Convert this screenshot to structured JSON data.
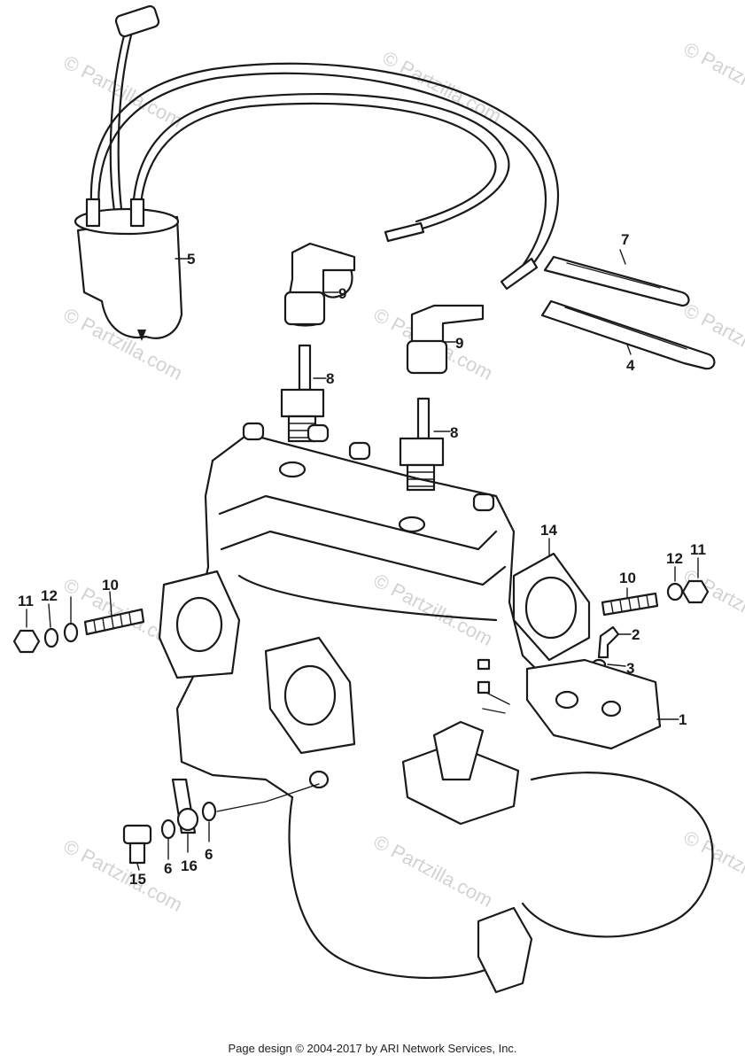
{
  "watermark": "© Partzilla.com",
  "footer": "Page design © 2004-2017 by ARI Network Services, Inc.",
  "callouts": [
    "1",
    "2",
    "3",
    "4",
    "5",
    "6",
    "6",
    "7",
    "8",
    "8",
    "9",
    "9",
    "10",
    "10",
    "11",
    "11",
    "12",
    "12",
    "14",
    "15",
    "16"
  ]
}
